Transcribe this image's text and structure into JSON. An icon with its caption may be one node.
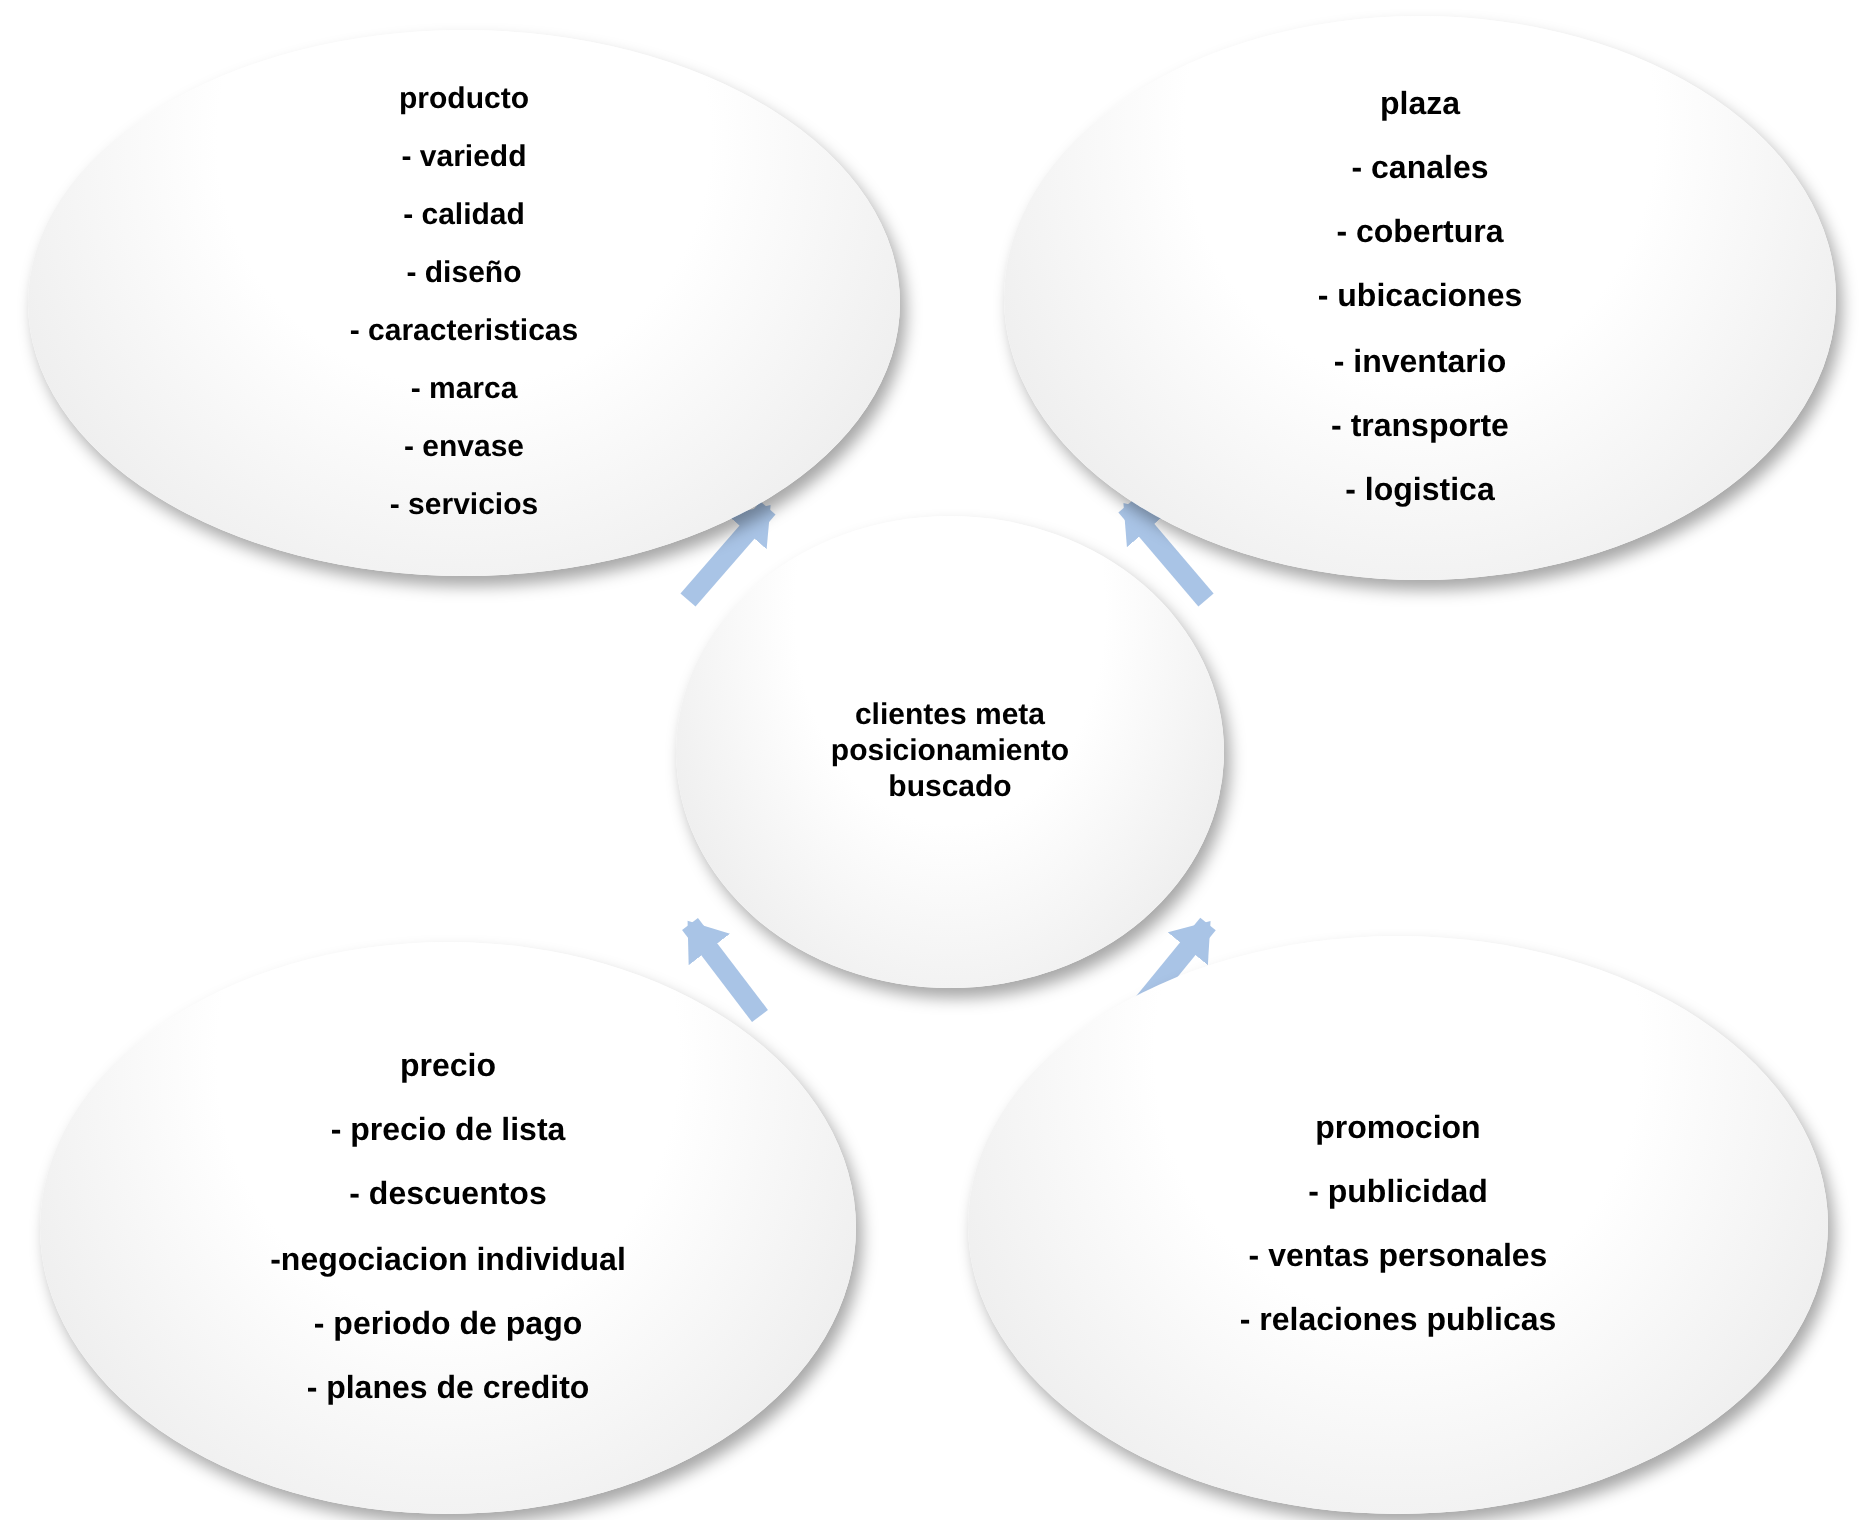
{
  "diagram": {
    "nodes": [
      {
        "text": [
          "producto",
          "- variedd",
          "- calidad",
          "- diseño",
          "- caracteristicas",
          "- marca",
          "- envase",
          "- servicios"
        ]
      },
      {
        "text": [
          "plaza",
          "- canales",
          "- cobertura",
          "- ubicaciones",
          "- inventario",
          "- transporte",
          "- logistica"
        ]
      },
      {
        "text": [
          "clientes meta posicionamiento buscado"
        ]
      },
      {
        "text": [
          "precio",
          "- precio de lista",
          "- descuentos",
          "-negociacion individual",
          "- periodo de pago",
          "- planes de credito"
        ]
      },
      {
        "text": [
          "promocion",
          "- publicidad",
          "- ventas personales",
          "- relaciones publicas"
        ]
      }
    ],
    "edges": [
      {
        "from": 2,
        "to": 0,
        "arrow": "to"
      },
      {
        "from": 2,
        "to": 1,
        "arrow": "to"
      },
      {
        "from": 3,
        "to": 2,
        "arrow": "to"
      },
      {
        "from": 4,
        "to": 2,
        "arrow": "to"
      }
    ]
  }
}
